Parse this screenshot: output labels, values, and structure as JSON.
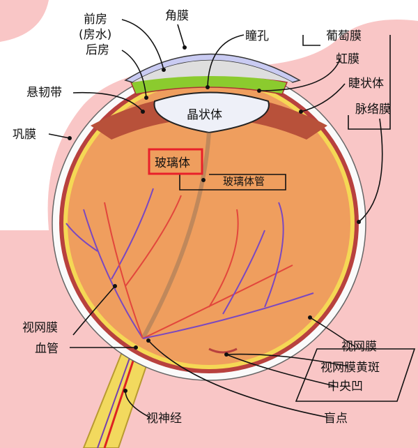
{
  "title": "眼球结构示意图",
  "labels": {
    "anterior_chamber": "前房",
    "aqueous_humor": "(房水)",
    "posterior_chamber": "后房",
    "cornea": "角膜",
    "pupil": "瞳孔",
    "uvea": "葡萄膜",
    "iris": "虹膜",
    "ciliary_body": "睫状体",
    "choroid": "脉络膜",
    "zonule": "悬韧带",
    "lens": "晶状体",
    "sclera": "巩膜",
    "vitreous_body": "玻璃体",
    "hyaloid_canal": "玻璃体管",
    "retina_vessels_1": "视网膜",
    "retina_vessels_2": "血管",
    "optic_nerve": "视神经",
    "retina": "视网膜",
    "macula": "视网膜黄斑",
    "fovea": "中央凹",
    "blind_spot": "盲点"
  },
  "colors": {
    "highlight_box": "#e8202a",
    "background": "#f9c6c6"
  }
}
